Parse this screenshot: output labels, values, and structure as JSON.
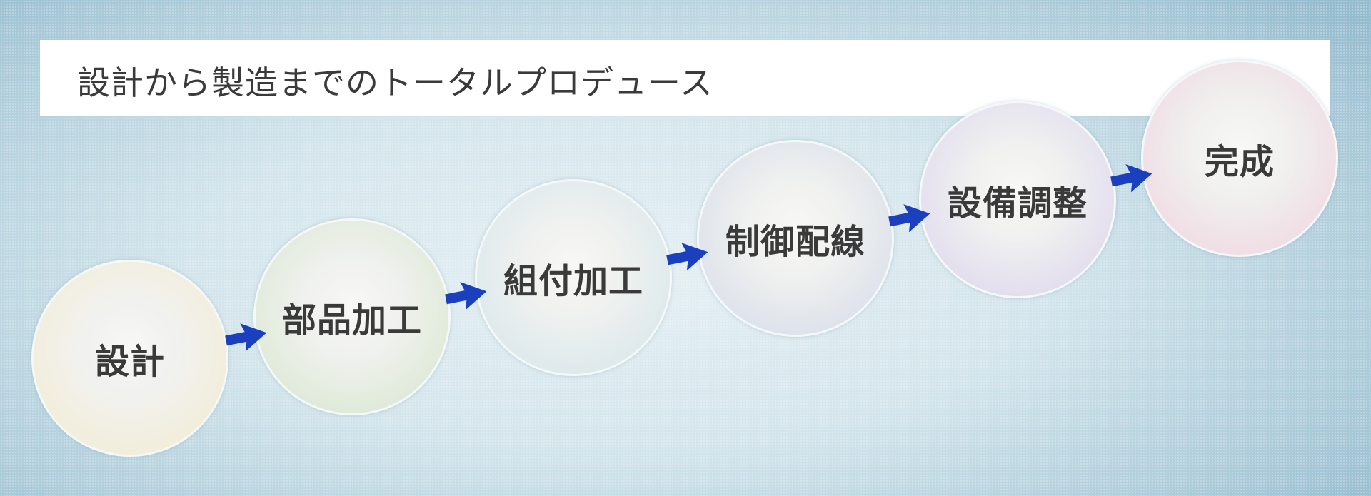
{
  "title": "設計から製造までのトータルプロデュース",
  "steps": [
    {
      "label": "設計",
      "color": "#f3ecd6"
    },
    {
      "label": "部品加工",
      "color": "#dbe8d3"
    },
    {
      "label": "組付加工",
      "color": "#d9e7eb"
    },
    {
      "label": "制御配線",
      "color": "#d9dfea"
    },
    {
      "label": "設備調整",
      "color": "#dfd9ee"
    },
    {
      "label": "完成",
      "color": "#efd9e2"
    }
  ],
  "arrow_color": "#1a3fbf"
}
